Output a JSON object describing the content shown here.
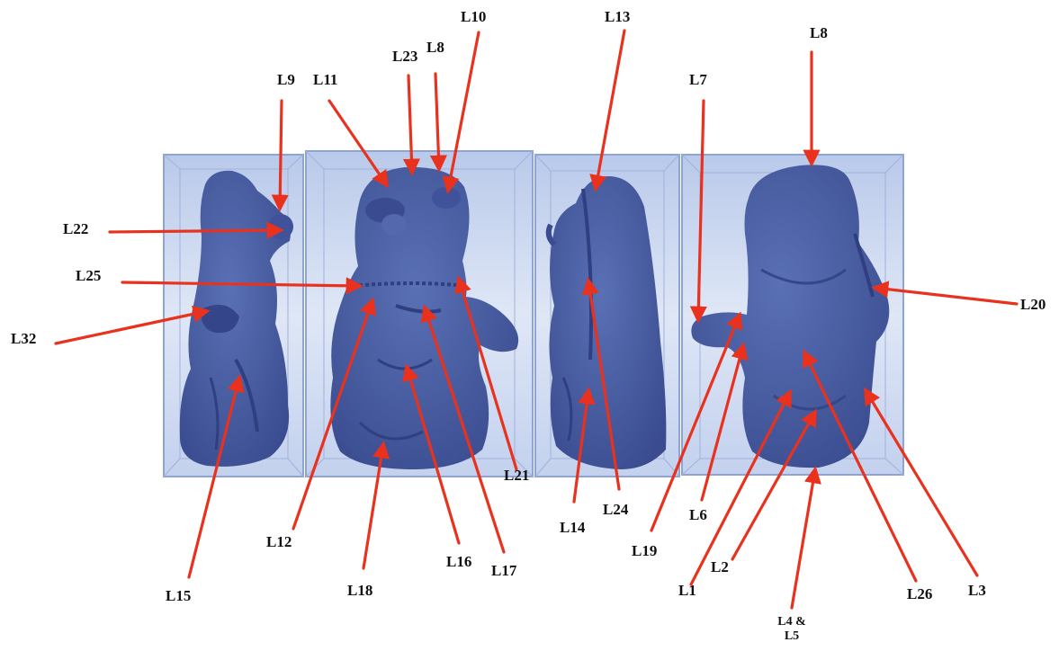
{
  "colors": {
    "arrow": "#e8321e",
    "figurine": "#4a5fa3",
    "figurine_dark": "#35468a",
    "box_fill": "#c9d6ee",
    "box_edge": "#8ea4d6"
  },
  "labels": {
    "L1": "L1",
    "L2": "L2",
    "L3": "L3",
    "L4_5": "L4 & L5",
    "L6": "L6",
    "L7": "L7",
    "L8a": "L8",
    "L8b": "L8",
    "L9": "L9",
    "L10": "L10",
    "L11": "L11",
    "L12": "L12",
    "L13": "L13",
    "L14": "L14",
    "L15": "L15",
    "L16": "L16",
    "L17": "L17",
    "L18": "L18",
    "L19": "L19",
    "L20": "L20",
    "L21": "L21",
    "L22": "L22",
    "L23": "L23",
    "L24": "L24",
    "L25": "L25",
    "L26": "L26",
    "L32": "L32"
  }
}
